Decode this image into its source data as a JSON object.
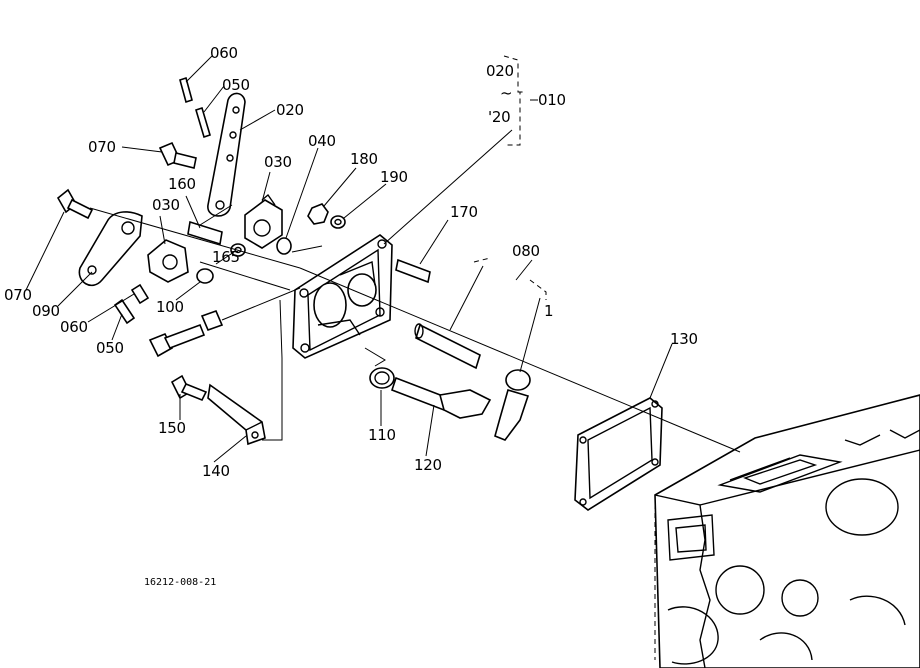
{
  "labels": {
    "p060a": "060",
    "p050a": "050",
    "p020a": "020",
    "p070a": "070",
    "p030a": "030",
    "p040": "040",
    "p180": "180",
    "p190": "190",
    "p160": "160",
    "p030b": "030",
    "p165": "165",
    "p070b": "070",
    "p090": "090",
    "p060b": "060",
    "p100": "100",
    "p050b": "050",
    "p170": "170",
    "p080": "080",
    "p080one": "1",
    "p150": "150",
    "p140": "140",
    "p110": "110",
    "p120": "120",
    "p130": "130",
    "set_top": "020",
    "set_tilde": "~",
    "set_bottom": "'20",
    "set_ref": "010"
  },
  "drawing_code": "16212-008-21"
}
